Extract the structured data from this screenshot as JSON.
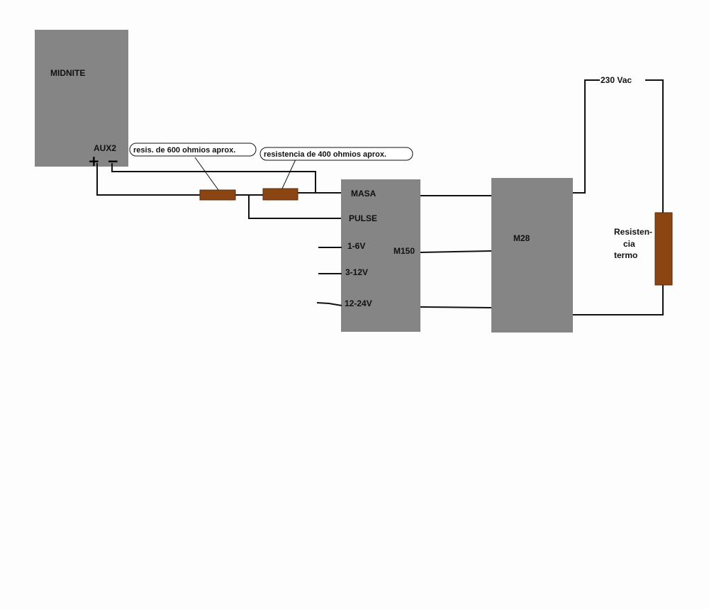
{
  "midnite": {
    "label": "MIDNITE",
    "aux_label": "AUX2",
    "plus": "+",
    "minus": "−"
  },
  "resistors": {
    "r600_note": "resis. de 600 ohmios aprox.",
    "r400_note": "resistencia de 400 ohmios aprox."
  },
  "m150": {
    "label": "M150",
    "pins": [
      "MASA",
      "PULSE",
      "1-6V",
      "3-12V",
      "12-24V"
    ]
  },
  "m28": {
    "label": "M28"
  },
  "supply": {
    "label": "230 Vac"
  },
  "heater": {
    "lines": [
      "Resisten-",
      "cia",
      "termo"
    ]
  },
  "colors": {
    "block": "#858585",
    "resistor": "#8b4513",
    "wire": "#111111"
  }
}
